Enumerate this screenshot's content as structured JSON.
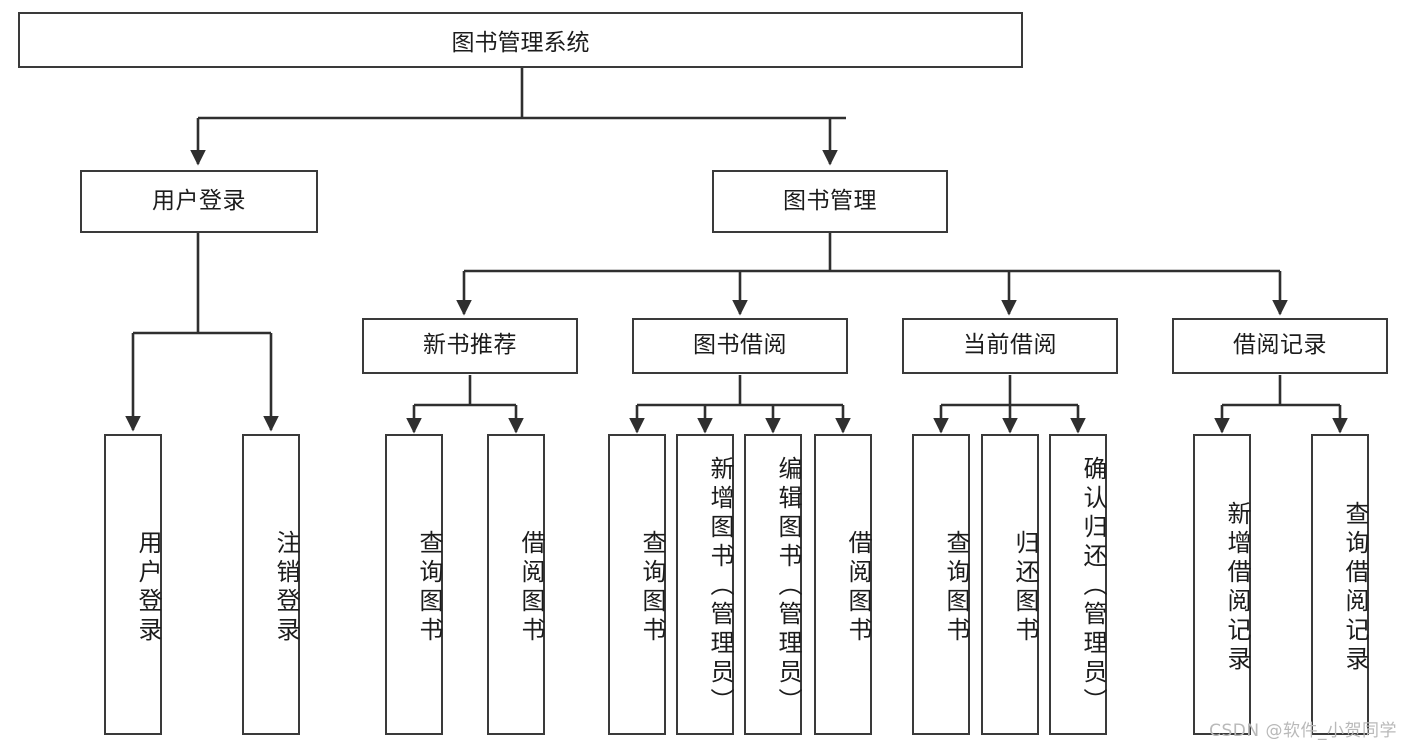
{
  "diagram": {
    "title": "图书管理系统",
    "type": "tree-hierarchy-diagram",
    "watermark": "CSDN @软件_小贺同学",
    "colors": {
      "box_border": "#3a3a3a",
      "box_fill": "#ffffff",
      "edge": "#2f2f2f",
      "text": "#1c1c1c",
      "watermark": "#b9b9b9",
      "background": "#ffffff"
    },
    "root": {
      "id": "root",
      "label": "图书管理系统"
    },
    "level2": [
      {
        "id": "user-login",
        "label": "用户登录"
      },
      {
        "id": "book-manage",
        "label": "图书管理"
      }
    ],
    "level3": [
      {
        "id": "new-book-rec",
        "label": "新书推荐"
      },
      {
        "id": "book-borrow",
        "label": "图书借阅"
      },
      {
        "id": "current-borrow",
        "label": "当前借阅"
      },
      {
        "id": "borrow-record",
        "label": "借阅记录"
      }
    ],
    "leaves": {
      "user_login": [
        {
          "id": "leaf-user-login",
          "label": "用户登录"
        },
        {
          "id": "leaf-logout-login",
          "label": "注销登录"
        }
      ],
      "new_book_rec": [
        {
          "id": "leaf-query-book-1",
          "label": "查询图书"
        },
        {
          "id": "leaf-borrow-book-1",
          "label": "借阅图书"
        }
      ],
      "book_borrow": [
        {
          "id": "leaf-query-book-2",
          "label": "查询图书"
        },
        {
          "id": "leaf-add-book",
          "label": "新增图书（管理员）"
        },
        {
          "id": "leaf-edit-book",
          "label": "编辑图书（管理员）"
        },
        {
          "id": "leaf-borrow-book-2",
          "label": "借阅图书"
        }
      ],
      "current_borrow": [
        {
          "id": "leaf-query-book-3",
          "label": "查询图书"
        },
        {
          "id": "leaf-return-book",
          "label": "归还图书"
        },
        {
          "id": "leaf-confirm-return",
          "label": "确认归还（管理员）"
        }
      ],
      "borrow_record": [
        {
          "id": "leaf-add-record",
          "label": "新增借阅记录"
        },
        {
          "id": "leaf-query-record",
          "label": "查询借阅记录"
        }
      ]
    }
  }
}
